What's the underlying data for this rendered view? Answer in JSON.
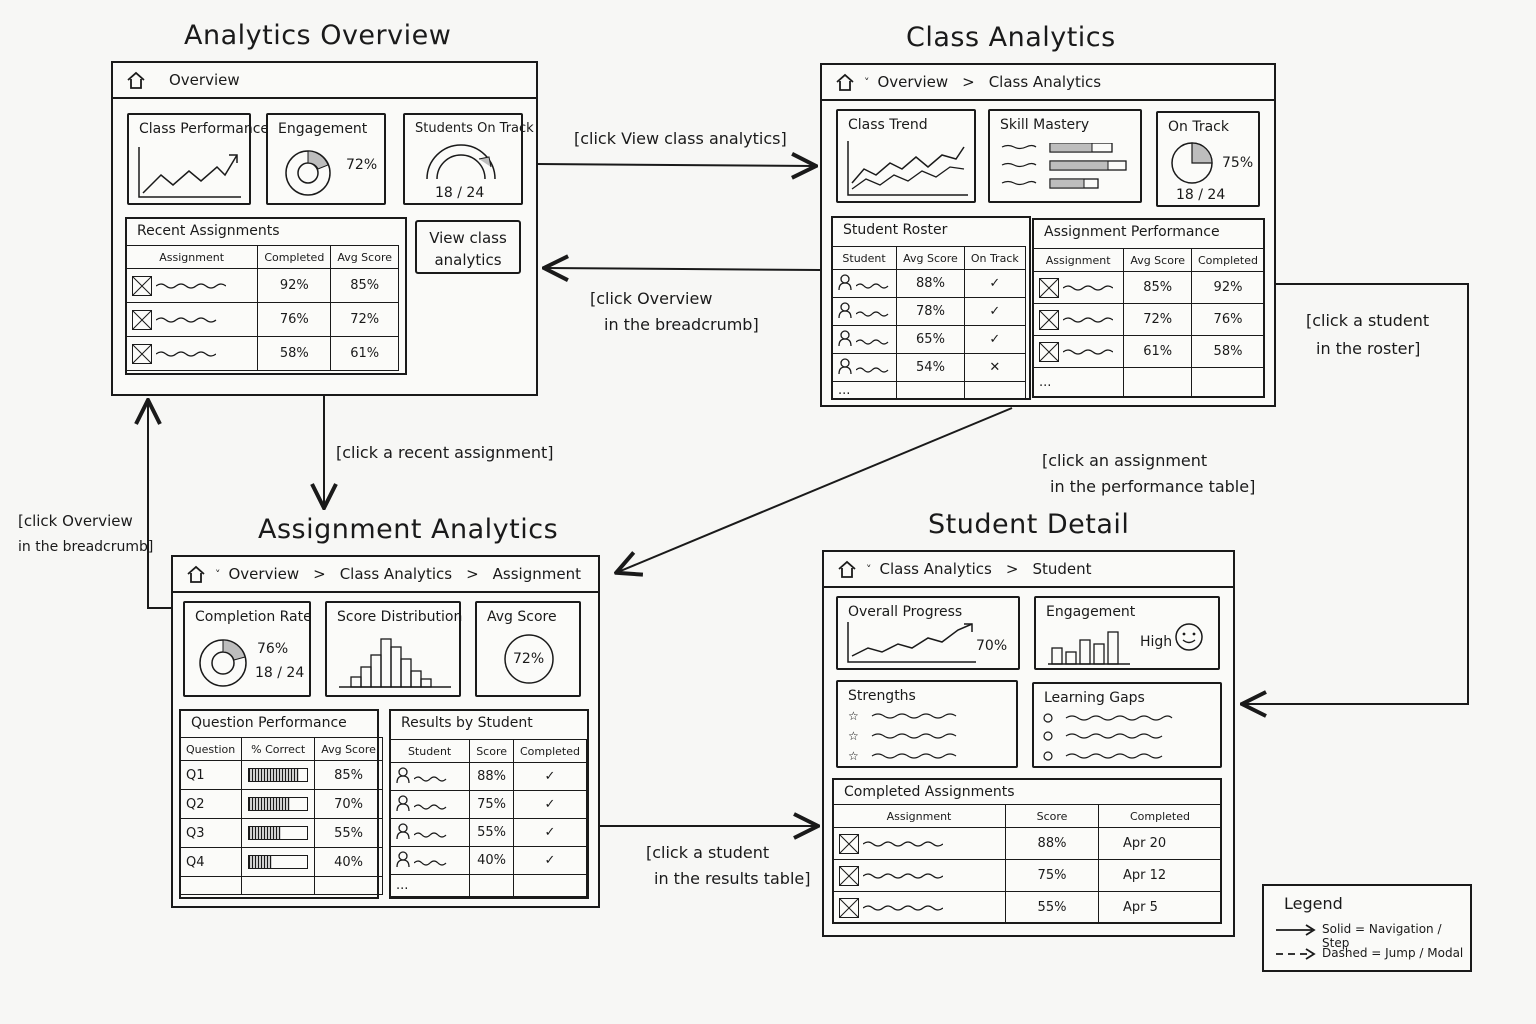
{
  "screens": {
    "overview": {
      "title": "Analytics Overview",
      "breadcrumb": [
        "Overview"
      ],
      "cards": {
        "class_performance": "Class Performance",
        "engagement": "Engagement",
        "engagement_value": "72%",
        "on_track": "Students On Track",
        "on_track_value": "18 / 24"
      },
      "recent": {
        "title": "Recent Assignments",
        "headers": [
          "Assignment",
          "Completed",
          "Avg Score"
        ],
        "rows": [
          [
            "92%",
            "85%"
          ],
          [
            "76%",
            "72%"
          ],
          [
            "58%",
            "61%"
          ]
        ]
      },
      "view_button": "View class analytics"
    },
    "class": {
      "title": "Class Analytics",
      "breadcrumb": [
        "Overview",
        "Class Analytics"
      ],
      "cards": {
        "trend": "Class Trend",
        "skill": "Skill Mastery",
        "on_track": "On Track",
        "on_track_pct": "75%",
        "on_track_value": "18 / 24"
      },
      "roster": {
        "title": "Student Roster",
        "headers": [
          "Student",
          "Avg Score",
          "On Track"
        ],
        "rows": [
          [
            "88%",
            "✓"
          ],
          [
            "78%",
            "✓"
          ],
          [
            "65%",
            "✓"
          ],
          [
            "54%",
            "✕"
          ]
        ],
        "more": "..."
      },
      "performance": {
        "title": "Assignment Performance",
        "headers": [
          "Assignment",
          "Avg Score",
          "Completed"
        ],
        "rows": [
          [
            "85%",
            "92%"
          ],
          [
            "72%",
            "76%"
          ],
          [
            "61%",
            "58%"
          ]
        ],
        "more": "..."
      }
    },
    "assignment": {
      "title": "Assignment Analytics",
      "breadcrumb": [
        "Overview",
        "Class Analytics",
        "Assignment"
      ],
      "cards": {
        "completion": "Completion Rate",
        "completion_pct": "76%",
        "completion_value": "18 / 24",
        "distribution": "Score Distribution",
        "avg": "Avg Score",
        "avg_value": "72%"
      },
      "questions": {
        "title": "Question Performance",
        "headers": [
          "Question",
          "% Correct",
          "Avg Score"
        ],
        "rows": [
          {
            "q": "Q1",
            "correct": 0.85,
            "score": "85%"
          },
          {
            "q": "Q2",
            "correct": 0.7,
            "score": "70%"
          },
          {
            "q": "Q3",
            "correct": 0.55,
            "score": "55%"
          },
          {
            "q": "Q4",
            "correct": 0.4,
            "score": "40%"
          }
        ]
      },
      "results": {
        "title": "Results by Student",
        "headers": [
          "Student",
          "Score",
          "Completed"
        ],
        "rows": [
          [
            "88%",
            "✓"
          ],
          [
            "75%",
            "✓"
          ],
          [
            "55%",
            "✓"
          ],
          [
            "40%",
            "✓"
          ]
        ],
        "more": "..."
      }
    },
    "student": {
      "title": "Student Detail",
      "breadcrumb": [
        "Class Analytics",
        "Student"
      ],
      "cards": {
        "progress": "Overall Progress",
        "progress_value": "70%",
        "engagement": "Engagement",
        "engagement_value": "High"
      },
      "strengths": "Strengths",
      "gaps": "Learning Gaps",
      "completed": {
        "title": "Completed Assignments",
        "headers": [
          "Assignment",
          "Score",
          "Completed"
        ],
        "rows": [
          [
            "88%",
            "Apr 20"
          ],
          [
            "75%",
            "Apr 12"
          ],
          [
            "55%",
            "Apr 5"
          ]
        ]
      }
    }
  },
  "transitions": {
    "view_class": "[click View class analytics]",
    "back_overview": [
      "[click Overview",
      "in the breadcrumb]"
    ],
    "recent_assignment": "[click a recent assignment]",
    "assign_overview": [
      "[click Overview",
      "in the breadcrumb]"
    ],
    "roster_student": [
      "[click a student",
      "in the roster]"
    ],
    "perf_assignment": [
      "[click an assignment",
      "in the performance table]"
    ],
    "results_student": [
      "[click a student",
      "in the results table]"
    ]
  },
  "legend": {
    "title": "Legend",
    "solid": "Solid = Navigation / Step",
    "dashed": "Dashed = Jump / Modal"
  }
}
